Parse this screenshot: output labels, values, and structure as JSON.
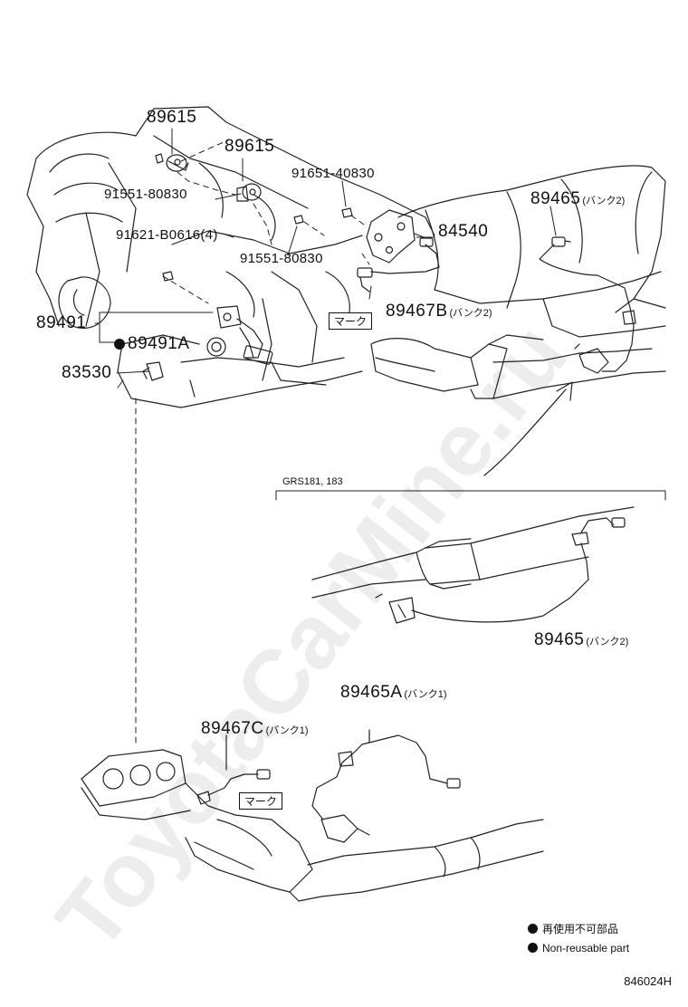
{
  "watermark": "ToyotaCarMine.ru",
  "mark_label": "マーク",
  "bank2_suffix": "(バンク2)",
  "bank1_suffix": "(バンク1)",
  "variant_label": "GRS181, 183",
  "parts": {
    "p89615_a": "89615",
    "p89615_b": "89615",
    "p91651": "91651-40830",
    "p91551_a": "91551-80830",
    "p91621": "91621-B0616(4)",
    "p91551_b": "91551-80830",
    "p84540": "84540",
    "p89465_top": "89465",
    "p89491": "89491",
    "p89491A": "89491A",
    "p83530": "83530",
    "p89467B": "89467B",
    "p89465_mid": "89465",
    "p89465A": "89465A",
    "p89467C": "89467C"
  },
  "legend": {
    "jp": "再使用不可部品",
    "en": "Non-reusable part"
  },
  "diagram_code": "846024H"
}
